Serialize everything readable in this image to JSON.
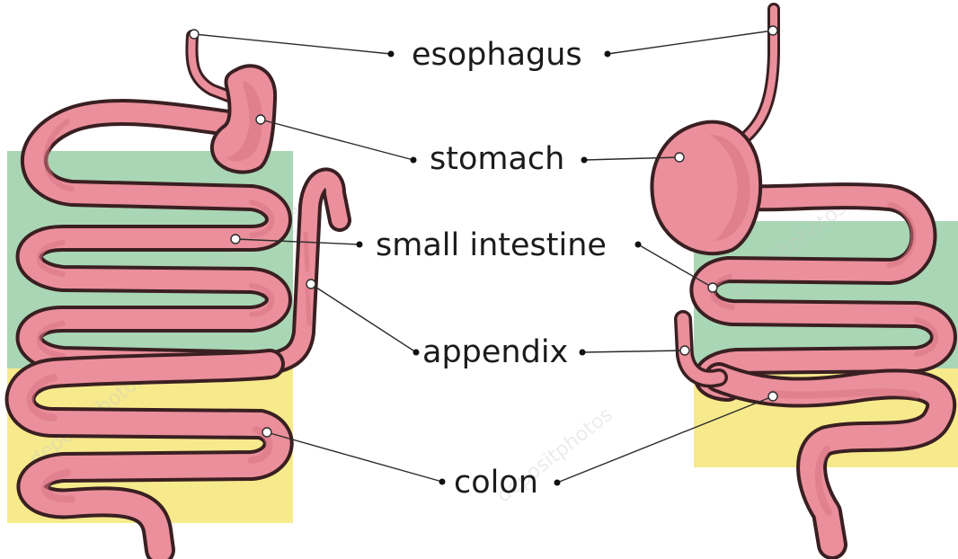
{
  "labels": {
    "esophagus": "esophagus",
    "stomach": "stomach",
    "small_intestine": "small intestine",
    "appendix": "appendix",
    "colon": "colon"
  },
  "watermark": "depositphotos",
  "colors": {
    "tissue": "#ea8f9b",
    "tissue_shade": "#d97483",
    "outline": "#3a1f22",
    "zone_green": "#a9d6b4",
    "zone_yellow": "#f6ea8c"
  }
}
